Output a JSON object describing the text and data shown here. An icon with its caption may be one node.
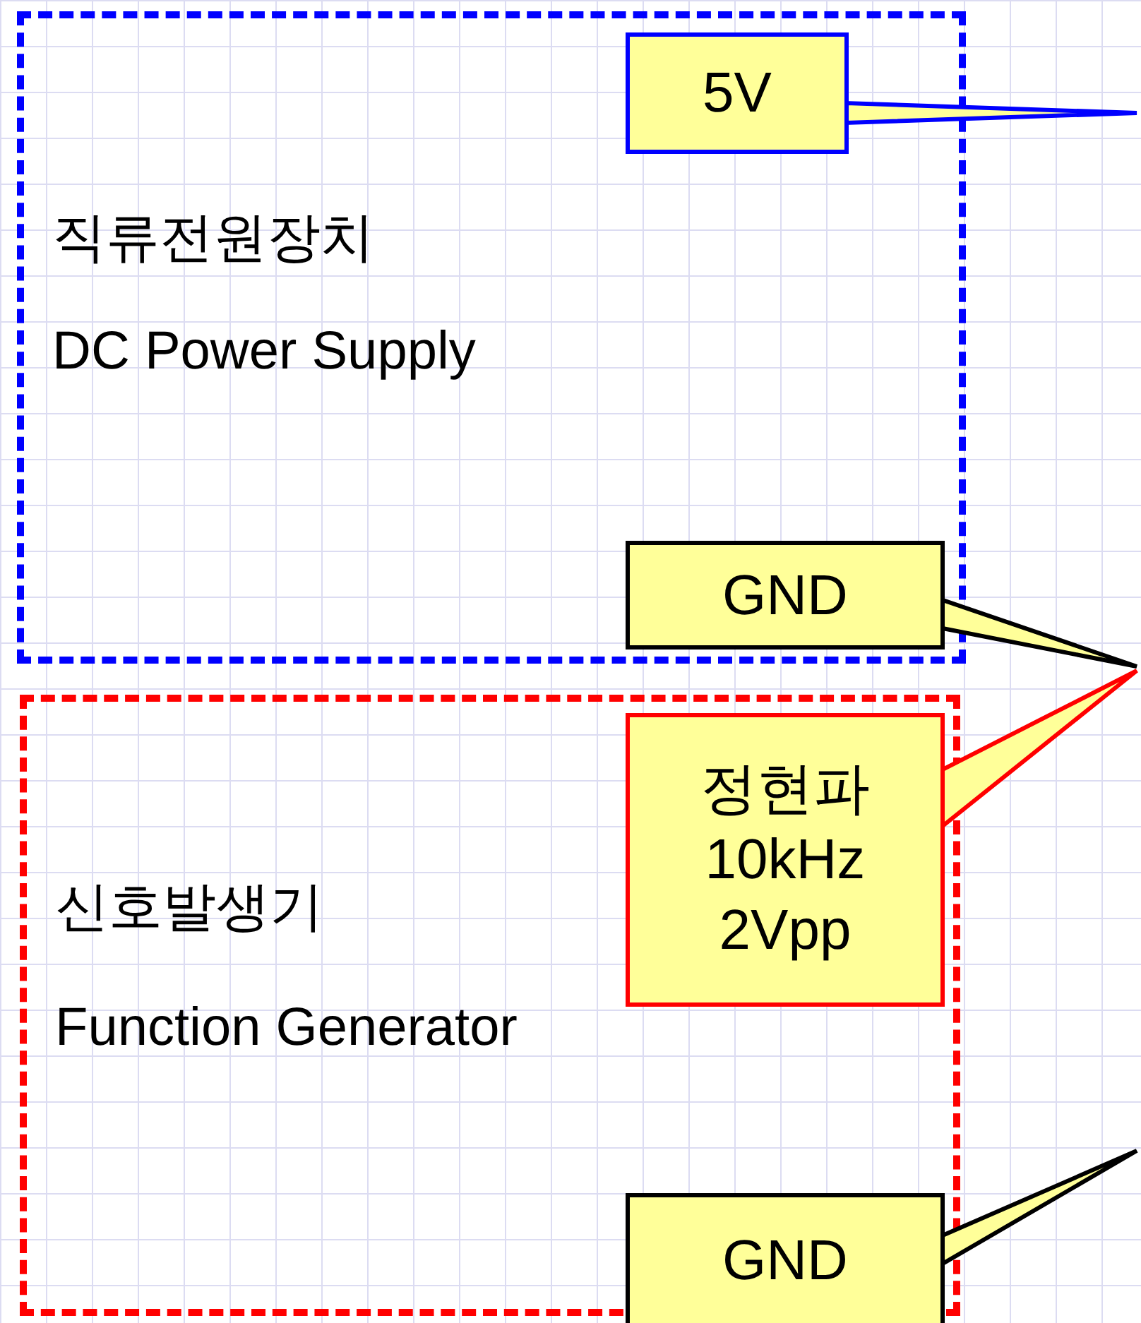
{
  "diagram": {
    "nodes": [
      {
        "text": [
          "직류전원장치",
          "DC Power Supply"
        ]
      },
      {
        "text": [
          "5V"
        ],
        "in": 0
      },
      {
        "text": [
          "GND"
        ],
        "in": 0
      },
      {
        "text": [
          "신호발생기",
          "Function Generator"
        ]
      },
      {
        "text": [
          "정현파 10kHz 2Vpp"
        ],
        "in": 3
      },
      {
        "text": [
          "GND"
        ],
        "in": 3
      }
    ],
    "edges": [
      {
        "from": 1,
        "to": null,
        "arrow": "to",
        "color": "#0000ff"
      },
      {
        "from": 2,
        "to": null,
        "arrow": "to"
      },
      {
        "from": 4,
        "to": null,
        "arrow": "to",
        "color": "#ff0000"
      },
      {
        "from": 5,
        "to": null,
        "arrow": "to"
      }
    ]
  }
}
